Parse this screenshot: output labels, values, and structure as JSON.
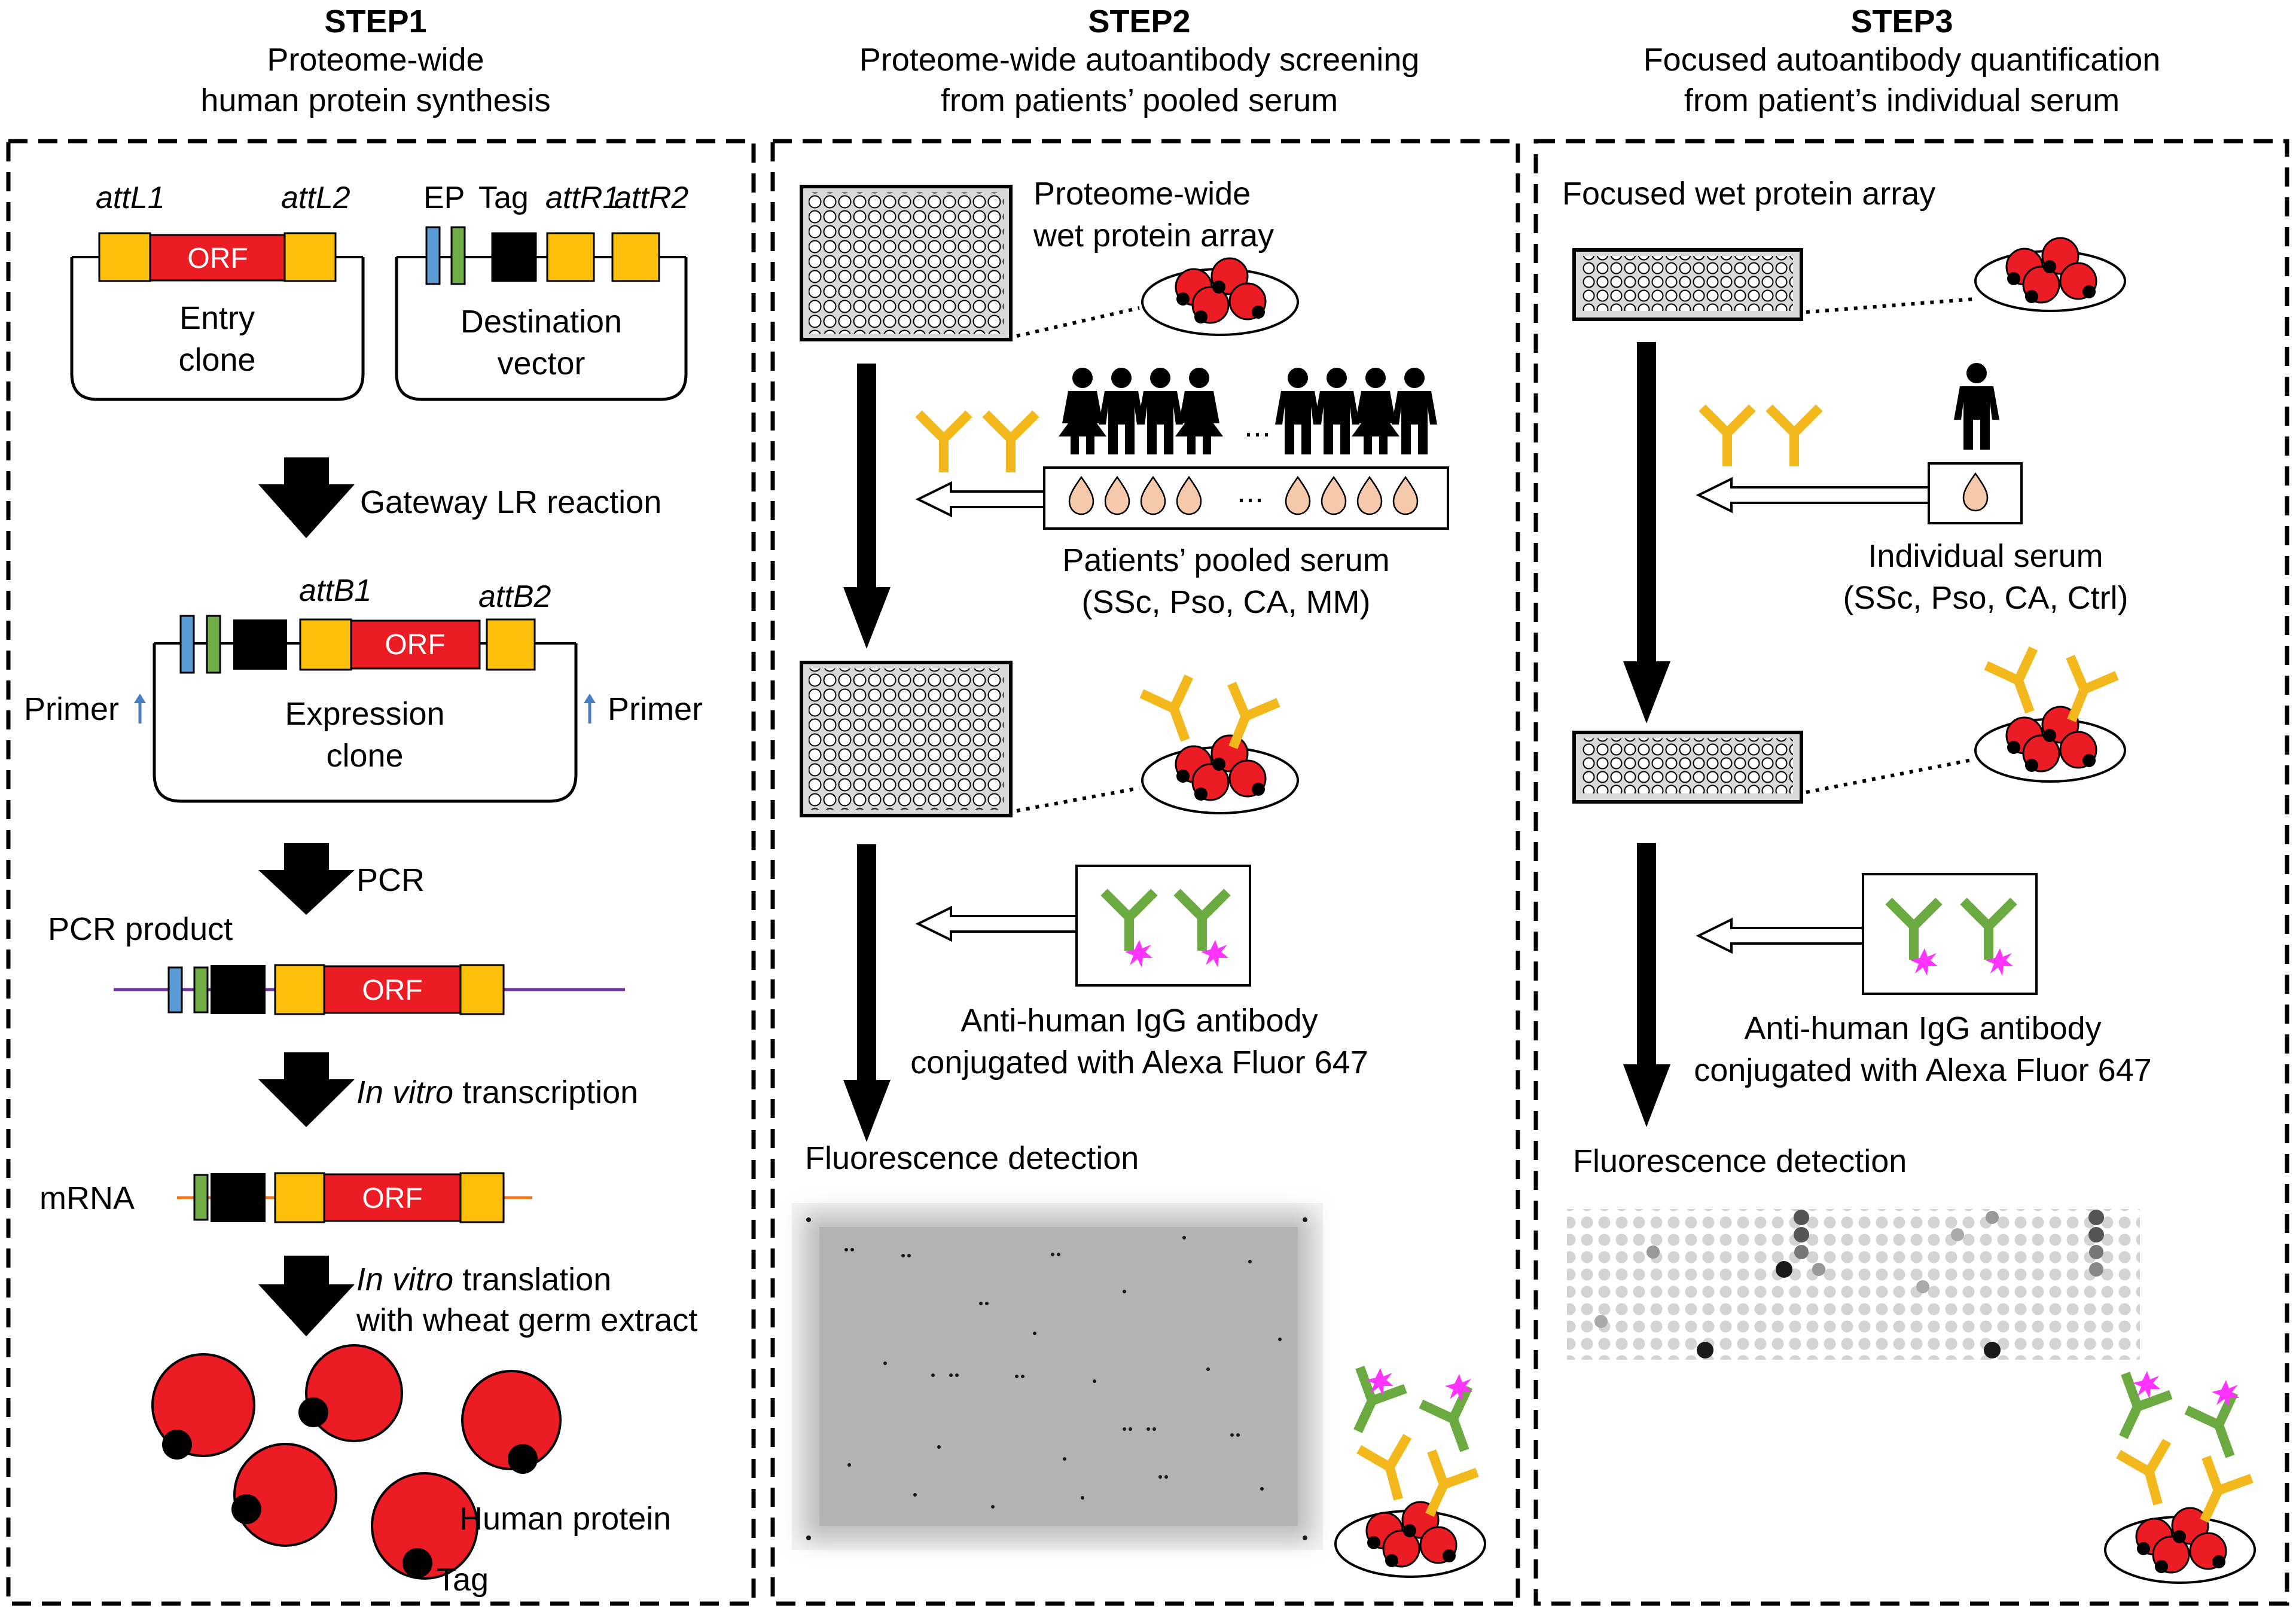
{
  "colors": {
    "red": "#ec1c24",
    "yellow": "#fcc00a",
    "black": "#000000",
    "blue": "#5b9bd5",
    "green": "#70ad47",
    "purple": "#7030a0",
    "orange": "#f4781e",
    "antibody_yellow": "#f2b81c",
    "antibody_green": "#6aaa40",
    "fluor": "#ff33ff",
    "serum_drop": "#f6c9ad",
    "plate_gray": "#d9d9d9"
  },
  "icons": [
    "arrow-down-icon",
    "hollow-arrow-left-icon",
    "person-icon",
    "antibody-icon",
    "protein-icon",
    "droplet-icon",
    "fluorophore-icon",
    "well-plate-icon"
  ],
  "step1": {
    "title": "STEP1",
    "subtitle_line1": "Proteome-wide",
    "subtitle_line2": "human protein synthesis",
    "attL1": "attL1",
    "attL2": "attL2",
    "orf": "ORF",
    "entry_line1": "Entry",
    "entry_line2": "clone",
    "ep": "EP",
    "tag": "Tag",
    "attR1": "attR1",
    "attR2": "attR2",
    "dest_line1": "Destination",
    "dest_line2": "vector",
    "lr_reaction": "Gateway LR reaction",
    "attB1": "attB1",
    "attB2": "attB2",
    "primer": "Primer",
    "expr_line1": "Expression",
    "expr_line2": "clone",
    "pcr": "PCR",
    "pcr_product": "PCR product",
    "in_vitro": "In vitro",
    "transcription": " transcription",
    "mrna": "mRNA",
    "translation": " translation",
    "wheat_germ": "with wheat germ extract",
    "human_protein": "Human protein",
    "tag_label": "Tag"
  },
  "step2": {
    "title": "STEP2",
    "subtitle_line1": "Proteome-wide autoantibody screening",
    "subtitle_line2": "from patients’ pooled serum",
    "array_line1": "Proteome-wide",
    "array_line2": "wet protein array",
    "ellipsis": "...",
    "serum_line1": "Patients’ pooled serum",
    "serum_line2": "(SSc, Pso, CA, MM)",
    "anti_line1": "Anti-human IgG antibody",
    "anti_line2": "conjugated with Alexa Fluor 647",
    "fluorescence": "Fluorescence detection"
  },
  "step3": {
    "title": "STEP3",
    "subtitle_line1": "Focused autoantibody quantification",
    "subtitle_line2": "from patient’s individual serum",
    "array_label": "Focused wet protein array",
    "serum_line1": "Individual serum",
    "serum_line2": "(SSc, Pso, CA, Ctrl)",
    "anti_line1": "Anti-human IgG antibody",
    "anti_line2": "conjugated with Alexa Fluor 647",
    "fluorescence": "Fluorescence detection"
  }
}
